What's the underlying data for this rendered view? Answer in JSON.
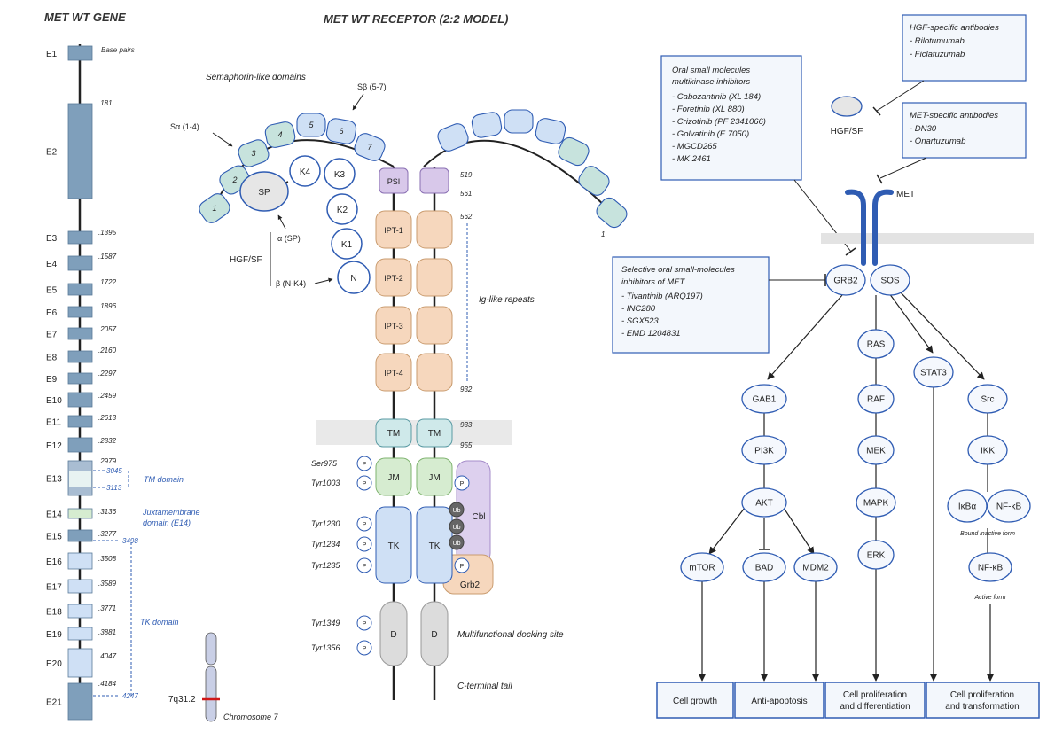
{
  "gene": {
    "title": "MET WT GENE",
    "bp_header": "Base pairs",
    "exons": [
      {
        "label": "E1",
        "bp": ""
      },
      {
        "label": "E2",
        "bp": ".181"
      },
      {
        "label": "E3",
        "bp": ".1395"
      },
      {
        "label": "E4",
        "bp": ".1587"
      },
      {
        "label": "E5",
        "bp": ".1722"
      },
      {
        "label": "E6",
        "bp": ".1896"
      },
      {
        "label": "E7",
        "bp": ".2057"
      },
      {
        "label": "E8",
        "bp": ".2160"
      },
      {
        "label": "E9",
        "bp": ".2297"
      },
      {
        "label": "E10",
        "bp": ".2459"
      },
      {
        "label": "E11",
        "bp": ".2613"
      },
      {
        "label": "E12",
        "bp": ".2832"
      },
      {
        "label": "E13",
        "bp": ".2979"
      },
      {
        "label": "E14",
        "bp": ".3136"
      },
      {
        "label": "E15",
        "bp": ".3277"
      },
      {
        "label": "E16",
        "bp": ".3508"
      },
      {
        "label": "E17",
        "bp": ".3589"
      },
      {
        "label": "E18",
        "bp": ".3771"
      },
      {
        "label": "E19",
        "bp": ".3881"
      },
      {
        "label": "E20",
        "bp": ".4047"
      },
      {
        "label": "E21",
        "bp": ".4184"
      }
    ],
    "tm_start": "3045",
    "tm_end": "3113",
    "tm_label": "TM domain",
    "jm_label_1": "Juxtamembrane",
    "jm_label_2": "domain (E14)",
    "tk_start": "3498",
    "tk_end": "4247",
    "tk_label": "TK domain",
    "chromosome_band": "7q31.2",
    "chromosome_label": "Chromosome 7"
  },
  "receptor": {
    "title": "MET WT RECEPTOR (2:2 MODEL)",
    "sema_label": "Semaphorin-like domains",
    "s_alpha": "Sα (1-4)",
    "s_beta": "Sβ (5-7)",
    "sema_numbers": [
      "1",
      "2",
      "3",
      "4",
      "5",
      "6",
      "7"
    ],
    "hgf_domains": {
      "sp": "SP",
      "k1": "K1",
      "k2": "K2",
      "k3": "K3",
      "k4": "K4",
      "n": "N"
    },
    "hgf_label": "HGF/SF",
    "alpha_label": "α (SP)",
    "beta_label": "β (N-K4)",
    "psi": "PSI",
    "ipt": [
      "IPT-1",
      "IPT-2",
      "IPT-3",
      "IPT-4"
    ],
    "tm": "TM",
    "jm": "JM",
    "tk": "TK",
    "d": "D",
    "cbl": "Cbl",
    "grb2": "Grb2",
    "ub": "Ub",
    "p": "P",
    "residues": {
      "r519": "519",
      "r561": "561",
      "r562": "562",
      "r932": "932",
      "r933": "933",
      "r955": "955",
      "r1": "1"
    },
    "ig_label": "Ig-like repeats",
    "dock_label": "Multifunctional docking site",
    "tail_label": "C-terminal tail",
    "sites": [
      "Ser975",
      "Tyr1003",
      "Tyr1230",
      "Tyr1234",
      "Tyr1235",
      "Tyr1349",
      "Tyr1356"
    ]
  },
  "pathway": {
    "hgf_antibodies": {
      "title": "HGF-specific antibodies",
      "items": [
        "- Rilotumumab",
        "- Ficlatuzumab"
      ]
    },
    "multikinase": {
      "title_1": "Oral small molecules",
      "title_2": "multikinase inhibitors",
      "items": [
        "- Cabozantinib (XL 184)",
        "- Foretinib (XL 880)",
        "- Crizotinib (PF 2341066)",
        "- Golvatinib (E 7050)",
        "- MGCD265",
        "- MK 2461"
      ]
    },
    "met_antibodies": {
      "title": "MET-specific antibodies",
      "items": [
        "- DN30",
        "- Onartuzumab"
      ]
    },
    "selective": {
      "title_1": "Selective oral small-molecules",
      "title_2": "inhibitors of MET",
      "items": [
        "- Tivantinib (ARQ197)",
        "- INC280",
        "- SGX523",
        "- EMD 1204831"
      ]
    },
    "hgf_sf": "HGF/SF",
    "met": "MET",
    "nodes": {
      "grb2": "GRB2",
      "sos": "SOS",
      "gab1": "GAB1",
      "pi3k": "PI3K",
      "akt": "AKT",
      "mtor": "mTOR",
      "bad": "BAD",
      "mdm2": "MDM2",
      "ras": "RAS",
      "raf": "RAF",
      "mek": "MEK",
      "mapk": "MAPK",
      "erk": "ERK",
      "stat3": "STAT3",
      "src": "Src",
      "ikk": "IKK",
      "ikba": "IκBα",
      "nfkb1": "NF-κB",
      "nfkb2": "NF-κB"
    },
    "bound_label": "Bound inactive form",
    "active_label": "Active form",
    "outcomes": {
      "growth": "Cell growth",
      "apoptosis": "Anti-apoptosis",
      "prolif_1": "Cell proliferation",
      "prolif_2": "and differentiation",
      "transf_1": "Cell proliferation",
      "transf_2": "and transformation"
    }
  },
  "colors": {
    "blue": "#2f5cb3",
    "exon": "#7f9fbb",
    "sema_green": "#c7e3dd",
    "sema_blue": "#cfe0f5",
    "psi": "#d8c8ea",
    "ipt": "#f6d7bd",
    "tm": "#cfe9ea",
    "jm": "#d6ecd0",
    "tk": "#cfe0f5",
    "grey": "#dcdcdc"
  }
}
